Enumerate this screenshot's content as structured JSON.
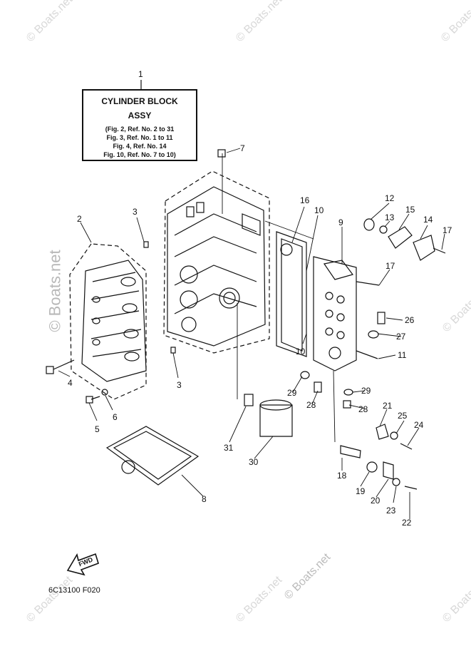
{
  "title_box": {
    "line1": "CYLINDER BLOCK",
    "line2": "ASSY",
    "refs": [
      "(Fig. 2, Ref. No. 2 to 31",
      "Fig. 3, Ref. No. 1 to 11",
      "Fig. 4, Ref. No. 14",
      "Fig. 10, Ref. No. 7 to 10)"
    ]
  },
  "diagram_code": "6C13100 F020",
  "fwd_label": "FWD",
  "watermark": "© Boats.net",
  "callouts": [
    "1",
    "2",
    "3",
    "3",
    "4",
    "5",
    "6",
    "7",
    "8",
    "9",
    "10",
    "10",
    "11",
    "12",
    "13",
    "14",
    "15",
    "16",
    "17",
    "17",
    "18",
    "19",
    "20",
    "21",
    "22",
    "23",
    "24",
    "25",
    "26",
    "27",
    "28",
    "28",
    "29",
    "29",
    "30",
    "31"
  ]
}
